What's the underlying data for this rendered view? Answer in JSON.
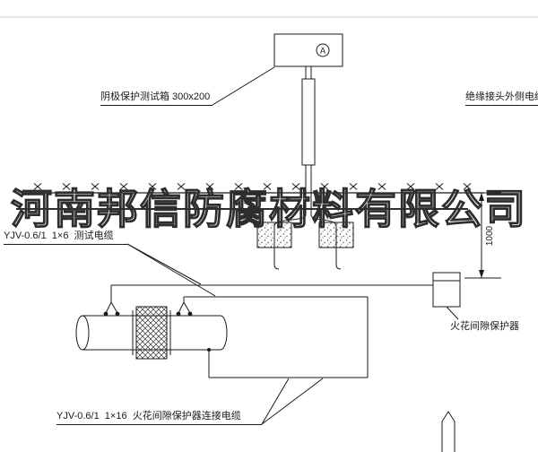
{
  "page": {
    "background": "#ffffff",
    "ink": "#1a1a1a",
    "watermark_ink": "#2e2e2e"
  },
  "watermark": {
    "text": "河南邦信防腐材料有限公司"
  },
  "diagram": {
    "test_box_label": "阴极保护测试箱 300x200",
    "outer_cable_label": "绝缘接头外侧电缆",
    "test_cable_label": "YJV-0.6/1  1×6  测试电缆",
    "spark_gap_label": "火花间隙保护器",
    "connect_cable_label": "YJV-0.6/1  1×16  火花间隙保护器连接电缆",
    "ammeter_symbol": "A",
    "dimension_value": "1000"
  }
}
